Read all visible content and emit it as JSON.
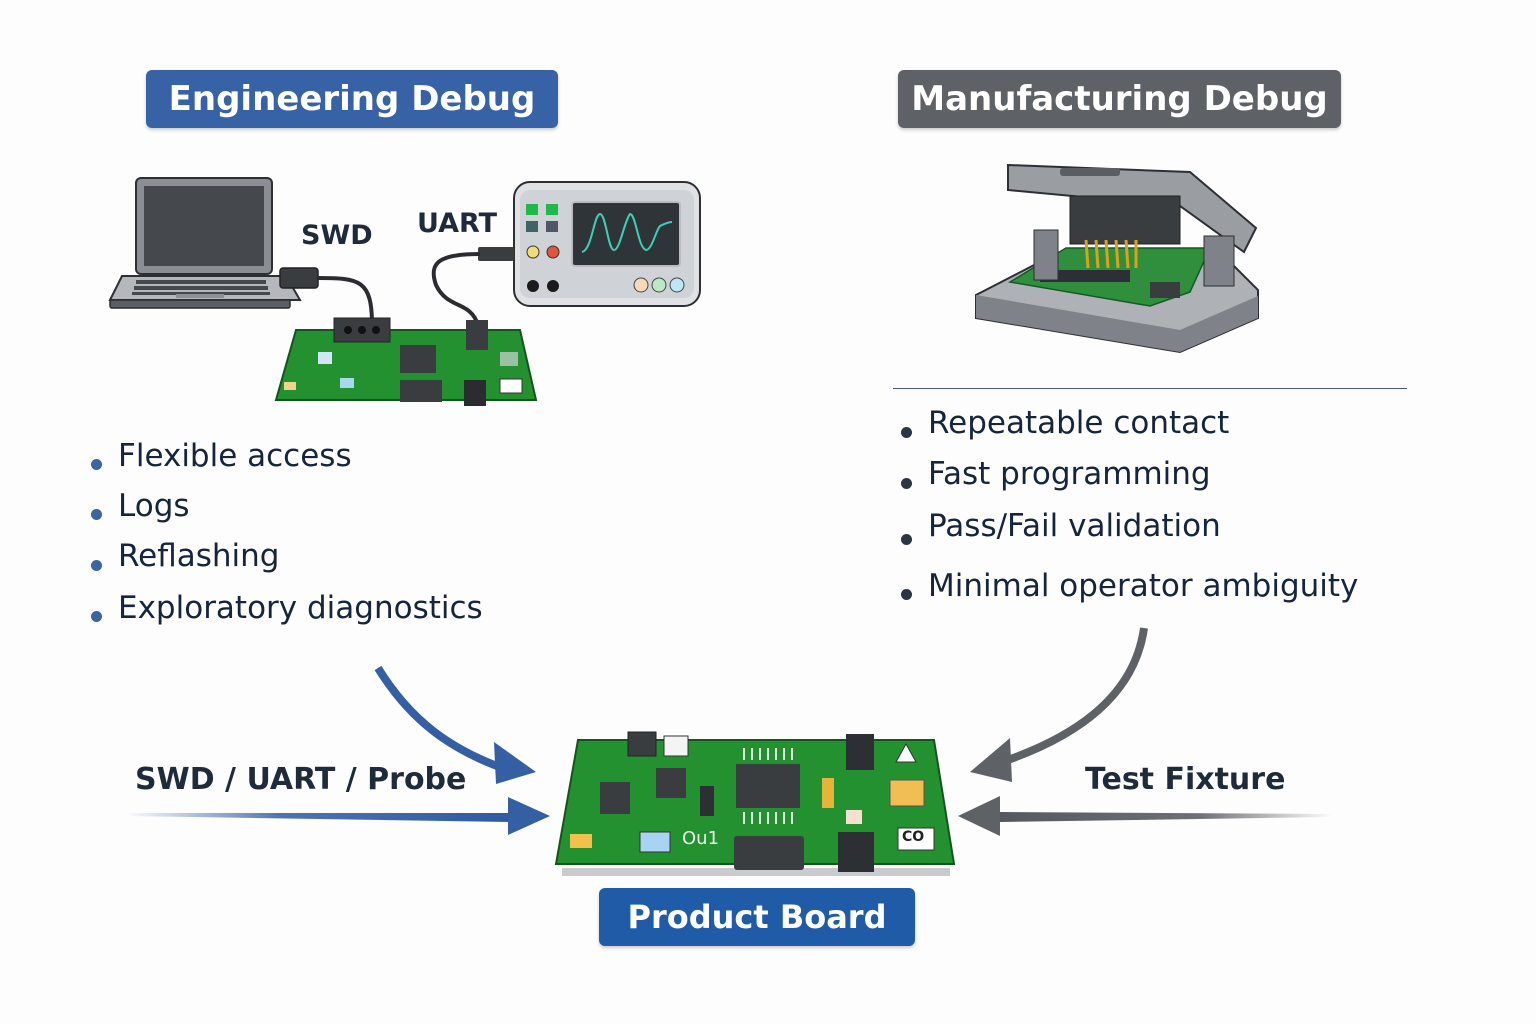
{
  "engineering": {
    "title": "Engineering Debug",
    "labels": {
      "swd": "SWD",
      "uart": "UART"
    },
    "bullets": [
      "Flexible access",
      "Logs",
      "Reflashing",
      "Exploratory diagnostics"
    ]
  },
  "manufacturing": {
    "title": "Manufacturing Debug",
    "bullets": [
      "Repeatable contact",
      "Fast programming",
      "Pass/Fail validation",
      "Minimal operator ambiguity"
    ]
  },
  "bottom": {
    "left_label": "SWD / UART / Probe",
    "right_label": "Test Fixture",
    "product_label": "Product Board",
    "board_silkscreen": "Ou1",
    "connector_text": "CO"
  },
  "colors": {
    "engineering_blue": "#3762a6",
    "manufacturing_gray": "#5e6166",
    "product_blue": "#1f5ba6",
    "pcb_green": "#23912f"
  }
}
